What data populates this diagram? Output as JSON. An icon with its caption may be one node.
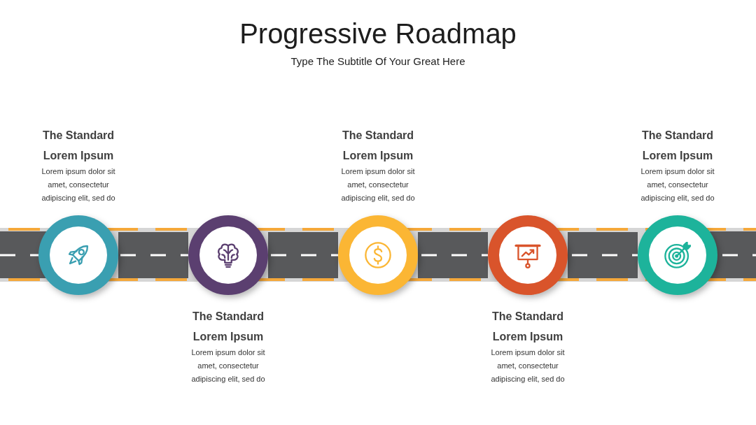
{
  "diagram": {
    "title": "Progressive Roadmap",
    "nodes": [
      {
        "text": [
          "The Standard Lorem Ipsum",
          "Lorem ipsum dolor sit amet, consectetur adipiscing elit, sed do"
        ]
      },
      {
        "text": [
          "The Standard Lorem Ipsum",
          "Lorem ipsum dolor sit amet, consectetur adipiscing elit, sed do"
        ]
      },
      {
        "text": [
          "The Standard Lorem Ipsum",
          "Lorem ipsum dolor sit amet, consectetur adipiscing elit, sed do"
        ]
      },
      {
        "text": [
          "The Standard Lorem Ipsum",
          "Lorem ipsum dolor sit amet, consectetur adipiscing elit, sed do"
        ]
      },
      {
        "text": [
          "The Standard Lorem Ipsum",
          "Lorem ipsum dolor sit amet, consectetur adipiscing elit, sed do"
        ]
      }
    ],
    "edges": [
      {
        "from": 0,
        "to": 1,
        "arrow": "none"
      },
      {
        "from": 1,
        "to": 2,
        "arrow": "none"
      },
      {
        "from": 2,
        "to": 3,
        "arrow": "none"
      },
      {
        "from": 3,
        "to": 4,
        "arrow": "none"
      }
    ],
    "labels": [
      "Type The Subtitle Of Your Great Here"
    ]
  }
}
